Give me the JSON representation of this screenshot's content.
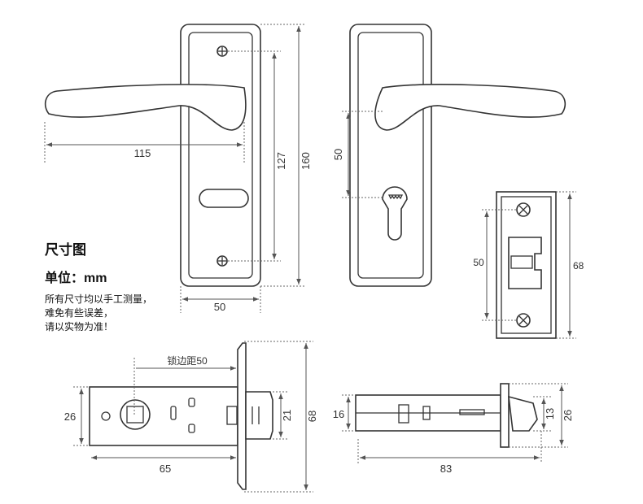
{
  "notes": {
    "title": "尺寸图",
    "unit": "单位：mm",
    "disclaimer": [
      "所有尺寸均以手工测量，",
      "难免有些误差，",
      "请以实物为准！"
    ]
  },
  "dimensions": {
    "handle_length": "115",
    "screw_spacing": "127",
    "plate_height": "160",
    "plate_width": "50",
    "handle_to_cylinder": "50",
    "strike_screw_spacing": "50",
    "strike_height": "68",
    "backset_label": "锁边距50",
    "latch_height": "26",
    "latch_length": "65",
    "bolt_height": "21",
    "faceplate_height": "68",
    "side_body_height": "16",
    "side_length": "83",
    "side_bolt": "13",
    "side_face": "26"
  }
}
